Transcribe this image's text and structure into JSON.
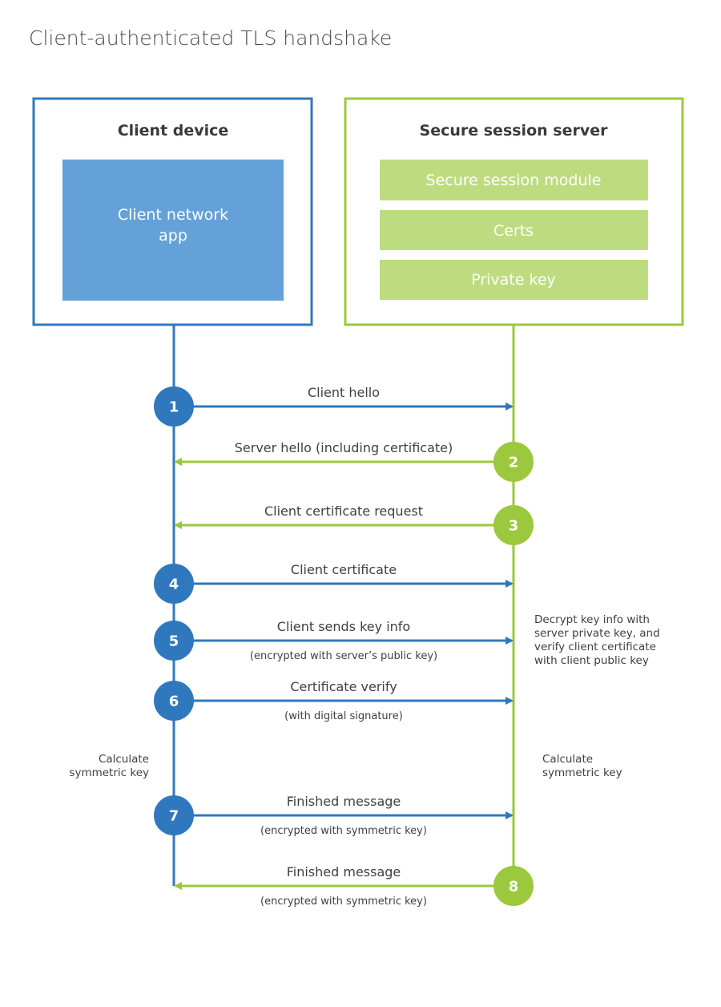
{
  "title": "Client-authenticated TLS handshake",
  "colors": {
    "client": "#2f78be",
    "server": "#9bc83c",
    "client_fill": "#64a1d8",
    "server_fill": "#bddc80",
    "text": "#3f3f3f"
  },
  "client": {
    "title": "Client device",
    "app_lines": [
      "Client network",
      "app"
    ]
  },
  "server": {
    "title": "Secure session server",
    "modules": [
      "Secure session module",
      "Certs",
      "Private key"
    ]
  },
  "steps": [
    {
      "num": "1",
      "from": "client",
      "label": "Client hello",
      "sub": ""
    },
    {
      "num": "2",
      "from": "server",
      "label": "Server hello (including certificate)",
      "sub": ""
    },
    {
      "num": "3",
      "from": "server",
      "label": "Client certificate request",
      "sub": ""
    },
    {
      "num": "4",
      "from": "client",
      "label": "Client certificate",
      "sub": ""
    },
    {
      "num": "5",
      "from": "client",
      "label": "Client sends key info",
      "sub": "(encrypted with server’s public key)"
    },
    {
      "num": "6",
      "from": "client",
      "label": "Certificate verify",
      "sub": "(with digital signature)"
    },
    {
      "num": "7",
      "from": "client",
      "label": "Finished message",
      "sub": "(encrypted with symmetric key)"
    },
    {
      "num": "8",
      "from": "server",
      "label": "Finished message",
      "sub": "(encrypted with symmetric key)"
    }
  ],
  "notes": {
    "server_decrypt": [
      "Decrypt key info with",
      "server private key, and",
      "verify client certificate",
      "with client public key"
    ],
    "client_calc": [
      "Calculate",
      "symmetric key"
    ],
    "server_calc": [
      "Calculate",
      "symmetric key"
    ]
  }
}
